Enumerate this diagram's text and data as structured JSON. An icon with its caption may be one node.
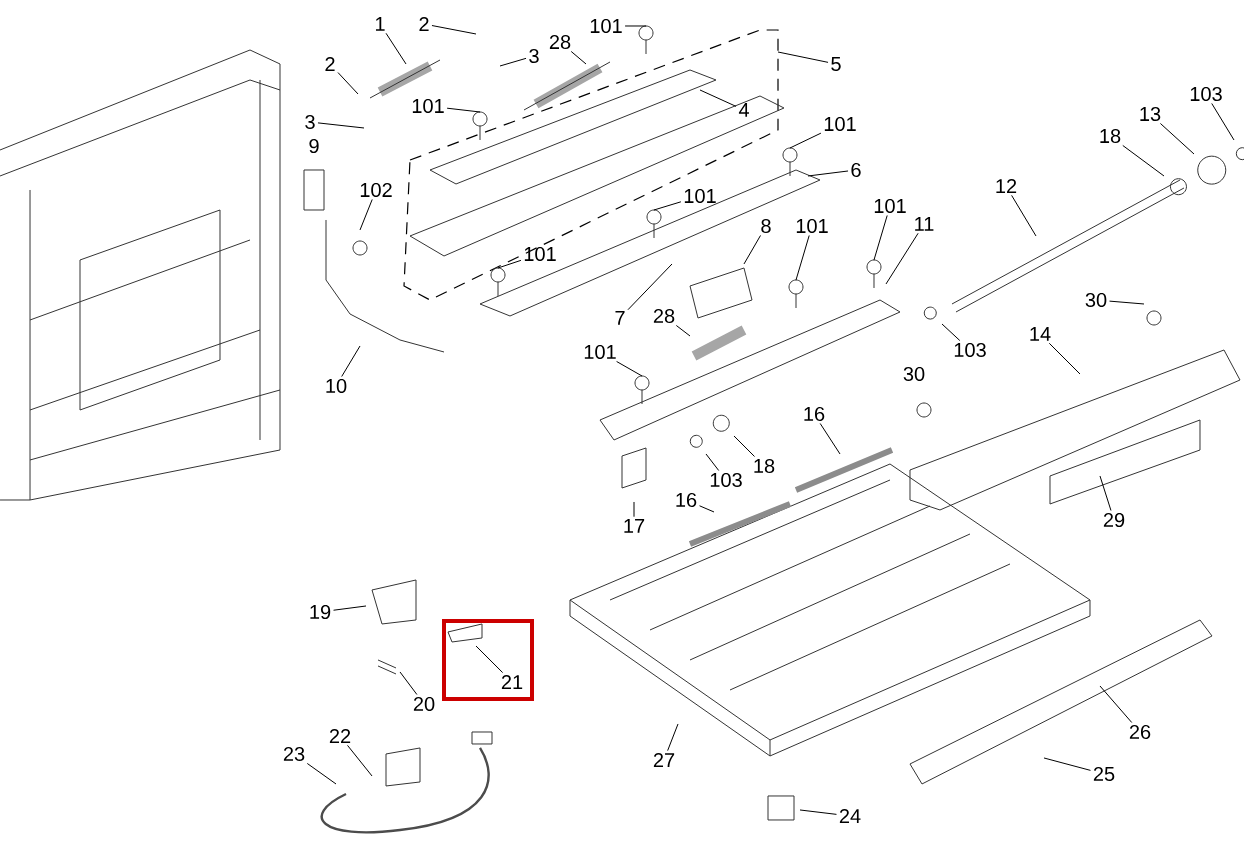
{
  "diagram": {
    "nodes": [
      {
        "text": [
          "1"
        ]
      },
      {
        "text": [
          "2"
        ]
      },
      {
        "text": [
          "2"
        ]
      },
      {
        "text": [
          "3"
        ]
      },
      {
        "text": [
          "3"
        ]
      },
      {
        "text": [
          "28"
        ]
      },
      {
        "text": [
          "101"
        ]
      },
      {
        "text": [
          "5"
        ]
      },
      {
        "text": [
          "4"
        ]
      },
      {
        "text": [
          "101"
        ]
      },
      {
        "text": [
          "102"
        ]
      },
      {
        "text": [
          "101"
        ]
      },
      {
        "text": [
          "6"
        ]
      },
      {
        "text": [
          "101"
        ]
      },
      {
        "text": [
          "101"
        ]
      },
      {
        "text": [
          "11"
        ]
      },
      {
        "text": [
          "8"
        ]
      },
      {
        "text": [
          "101"
        ]
      },
      {
        "text": [
          "101"
        ]
      },
      {
        "text": [
          "7"
        ]
      },
      {
        "text": [
          "28"
        ]
      },
      {
        "text": [
          "101"
        ]
      },
      {
        "text": [
          "10"
        ]
      },
      {
        "text": [
          "103"
        ]
      },
      {
        "text": [
          "13"
        ]
      },
      {
        "text": [
          "18"
        ]
      },
      {
        "text": [
          "12"
        ]
      },
      {
        "text": [
          "103"
        ]
      },
      {
        "text": [
          "30"
        ]
      },
      {
        "text": [
          "14"
        ]
      },
      {
        "text": [
          "16"
        ]
      },
      {
        "text": [
          "103"
        ]
      },
      {
        "text": [
          "18"
        ]
      },
      {
        "text": [
          "17"
        ]
      },
      {
        "text": [
          "29"
        ]
      },
      {
        "text": [
          "16"
        ]
      },
      {
        "text": [
          "19"
        ]
      },
      {
        "text": [],
        "shape": "box"
      },
      {
        "text": [
          "21"
        ],
        "in": 37
      },
      {
        "text": [
          "20"
        ]
      },
      {
        "text": [
          "22"
        ]
      },
      {
        "text": [
          "23"
        ]
      },
      {
        "text": [
          "27"
        ]
      },
      {
        "text": [
          "26"
        ]
      },
      {
        "text": [
          "25"
        ]
      },
      {
        "text": [
          "24"
        ]
      }
    ],
    "edges": [
      {
        "from": 0,
        "to": null,
        "arrow": "none"
      },
      {
        "from": 1,
        "to": null,
        "arrow": "none"
      },
      {
        "from": 2,
        "to": null,
        "arrow": "none"
      },
      {
        "from": 3,
        "to": null,
        "arrow": "none"
      },
      {
        "from": 4,
        "to": null,
        "arrow": "none"
      },
      {
        "from": 5,
        "to": null,
        "arrow": "none"
      },
      {
        "from": 6,
        "to": null,
        "arrow": "none"
      },
      {
        "from": 7,
        "to": null,
        "arrow": "none"
      },
      {
        "from": 8,
        "to": null,
        "arrow": "none"
      },
      {
        "from": 9,
        "to": null,
        "arrow": "none"
      },
      {
        "from": 10,
        "to": null,
        "arrow": "none"
      },
      {
        "from": 11,
        "to": null,
        "arrow": "none"
      },
      {
        "from": 12,
        "to": null,
        "arrow": "none"
      },
      {
        "from": 13,
        "to": null,
        "arrow": "none"
      },
      {
        "from": 14,
        "to": null,
        "arrow": "none"
      },
      {
        "from": 15,
        "to": null,
        "arrow": "none"
      },
      {
        "from": 16,
        "to": null,
        "arrow": "none"
      },
      {
        "from": 17,
        "to": null,
        "arrow": "none"
      },
      {
        "from": 18,
        "to": null,
        "arrow": "none"
      },
      {
        "from": 19,
        "to": null,
        "arrow": "none"
      },
      {
        "from": 20,
        "to": null,
        "arrow": "none"
      },
      {
        "from": 21,
        "to": null,
        "arrow": "none"
      },
      {
        "from": 22,
        "to": null,
        "arrow": "none"
      },
      {
        "from": 23,
        "to": null,
        "arrow": "none"
      },
      {
        "from": 24,
        "to": null,
        "arrow": "none"
      },
      {
        "from": 25,
        "to": null,
        "arrow": "none"
      },
      {
        "from": 26,
        "to": null,
        "arrow": "none"
      },
      {
        "from": 27,
        "to": null,
        "arrow": "none"
      },
      {
        "from": 28,
        "to": null,
        "arrow": "none"
      },
      {
        "from": 29,
        "to": null,
        "arrow": "none"
      },
      {
        "from": 30,
        "to": null,
        "arrow": "none"
      },
      {
        "from": 31,
        "to": null,
        "arrow": "none"
      },
      {
        "from": 32,
        "to": null,
        "arrow": "none"
      },
      {
        "from": 33,
        "to": null,
        "arrow": "none"
      },
      {
        "from": 34,
        "to": null,
        "arrow": "none"
      },
      {
        "from": 35,
        "to": null,
        "arrow": "none"
      },
      {
        "from": 36,
        "to": null,
        "arrow": "none"
      },
      {
        "from": 38,
        "to": null,
        "arrow": "none"
      },
      {
        "from": 39,
        "to": null,
        "arrow": "none"
      },
      {
        "from": 40,
        "to": null,
        "arrow": "none"
      },
      {
        "from": 41,
        "to": null,
        "arrow": "none"
      },
      {
        "from": 42,
        "to": null,
        "arrow": "none"
      },
      {
        "from": 43,
        "to": null,
        "arrow": "none"
      },
      {
        "from": 44,
        "to": null,
        "arrow": "none"
      },
      {
        "from": 45,
        "to": null,
        "arrow": "none"
      }
    ],
    "labels": [
      "9",
      "30"
    ]
  }
}
